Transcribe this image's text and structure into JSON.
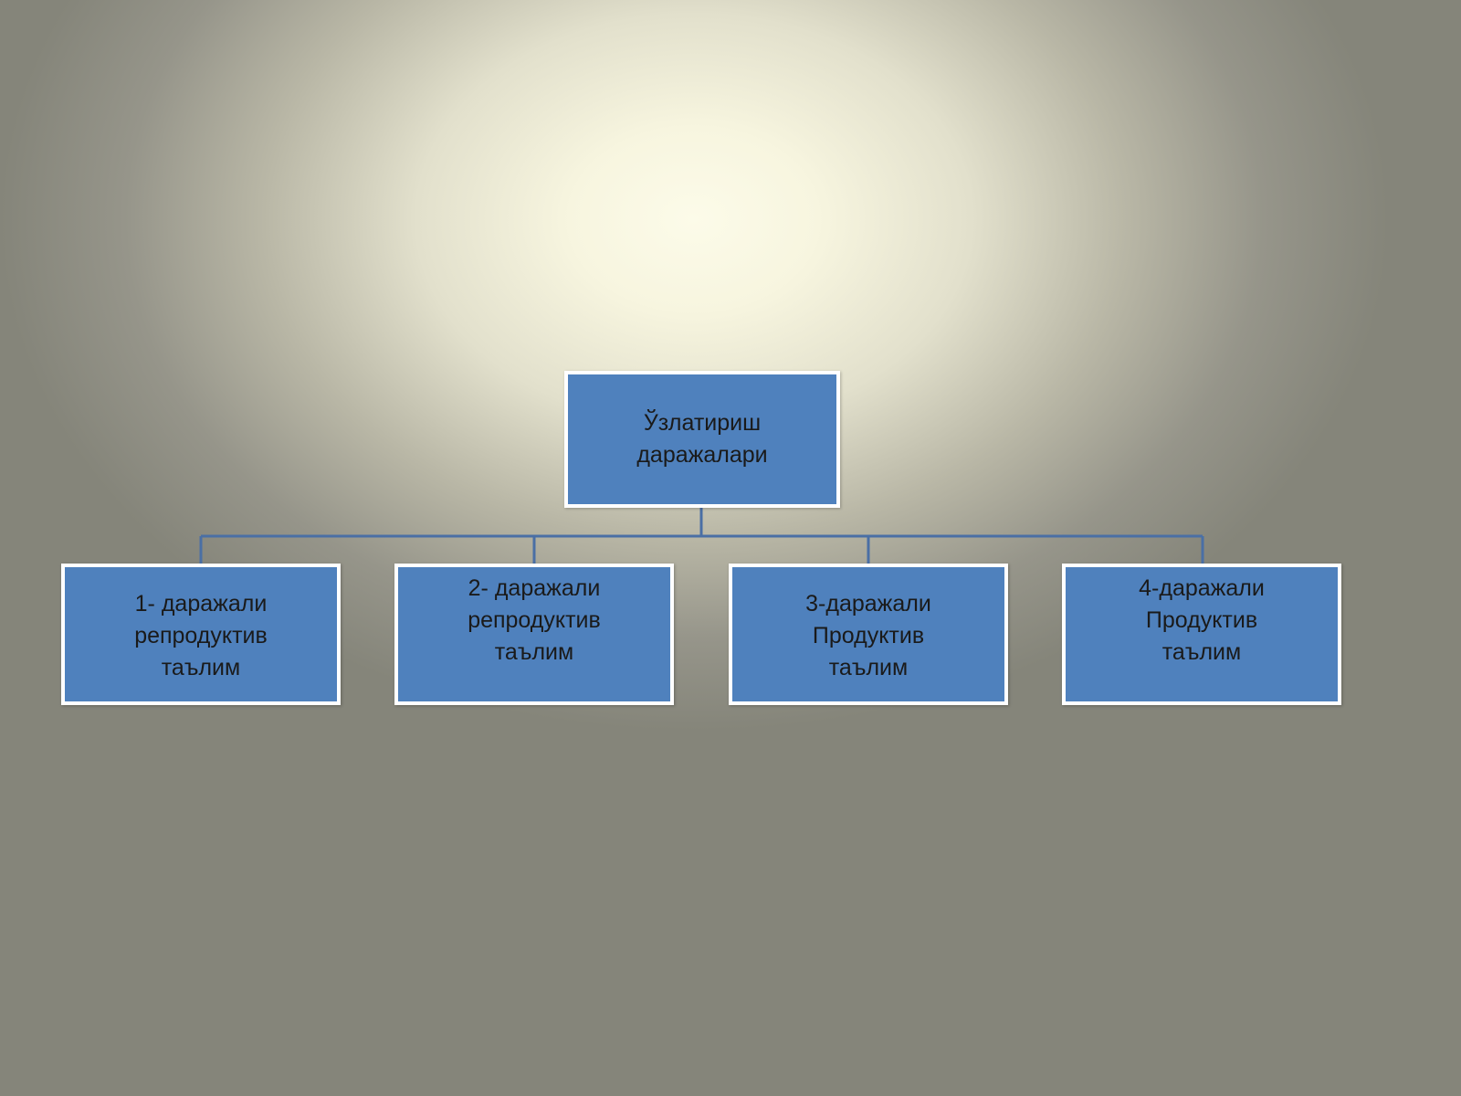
{
  "diagram": {
    "root": {
      "label": "Ўзлатириш\nдаражалари"
    },
    "children": [
      {
        "label": "1- даражали\nрепродуктив\nтаълим"
      },
      {
        "label": "2- даражали\nрепродуктив\nтаълим"
      },
      {
        "label": "3-даражали\nПродуктив\nтаълим"
      },
      {
        "label": "4-даражали\nПродуктив\nтаълим"
      }
    ]
  },
  "colors": {
    "node_fill": "#4f81bd",
    "node_border": "#ffffff",
    "connector": "#4a6fa5",
    "background_highlight": "#fcfbe9",
    "background_edge": "#85857a"
  }
}
